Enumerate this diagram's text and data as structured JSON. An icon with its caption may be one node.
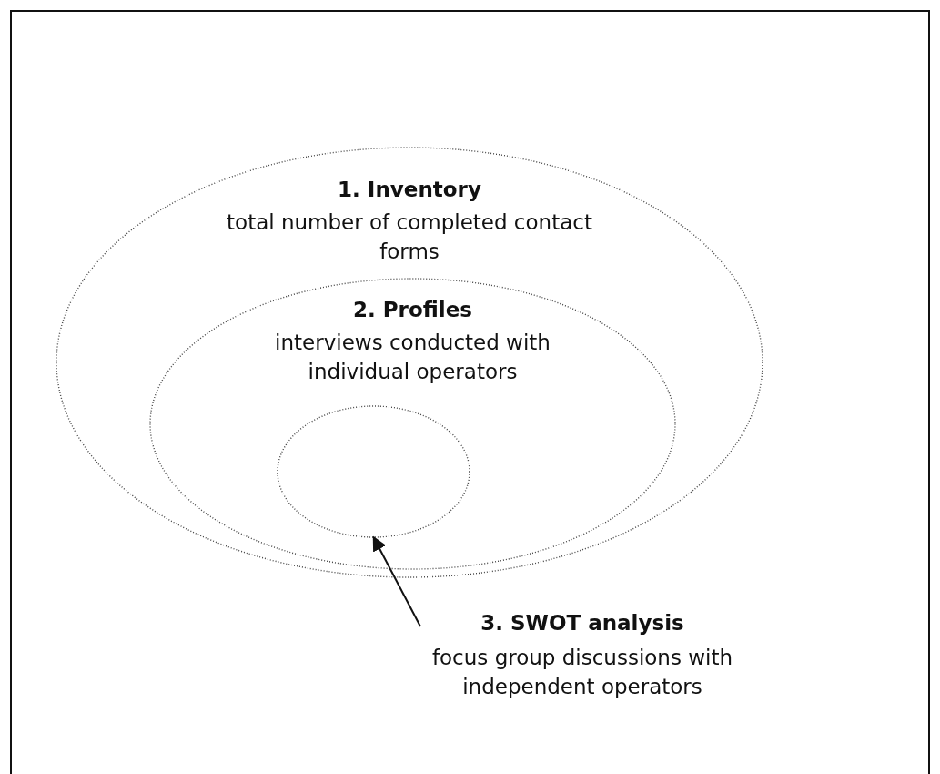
{
  "diagram": {
    "nodes": [
      {
        "text": [
          "1. Inventory",
          "total number of completed contact forms"
        ]
      },
      {
        "text": [
          "2. Profiles",
          "interviews conducted with individual operators"
        ],
        "in": 0
      },
      {
        "text": [],
        "shape": "ellipse",
        "in": 1
      },
      {
        "text": [
          "3. SWOT analysis",
          "focus group discussions with independent operators"
        ]
      }
    ],
    "edges": [
      {
        "from": 3,
        "to": 2,
        "arrow": "to"
      }
    ]
  }
}
